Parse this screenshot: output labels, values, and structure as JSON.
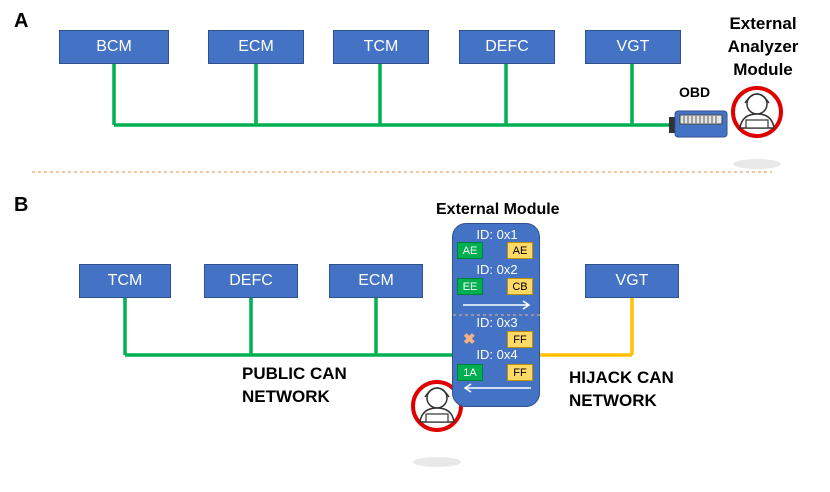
{
  "panel_a": {
    "letter": "A",
    "ecus": [
      "BCM",
      "ECM",
      "TCM",
      "DEFC",
      "VGT"
    ],
    "obd_label": "OBD",
    "analyzer_label_lines": [
      "External",
      "Analyzer",
      "Module"
    ]
  },
  "panel_b": {
    "letter": "B",
    "public_ecus": [
      "TCM",
      "DEFC",
      "ECM"
    ],
    "hijack_ecu": "VGT",
    "module_title": "External Module",
    "ids": [
      "ID: 0x1",
      "ID: 0x2",
      "ID: 0x3",
      "ID: 0x4"
    ],
    "rows": [
      {
        "in": "AE",
        "out": "AE"
      },
      {
        "in": "EE",
        "out": "CB"
      },
      {
        "in": "✖",
        "out": "FF"
      },
      {
        "in": "1A",
        "out": "FF"
      }
    ],
    "public_network_lines": [
      "PUBLIC CAN",
      "NETWORK"
    ],
    "hijack_network_lines": [
      "HIJACK CAN",
      "NETWORK"
    ]
  },
  "colors": {
    "ecu_box": "#4472C4",
    "public_bus": "#00B050",
    "hijack_bus": "#FFC000",
    "divider": "#F4B183",
    "hacker_ring": "#E00000"
  }
}
